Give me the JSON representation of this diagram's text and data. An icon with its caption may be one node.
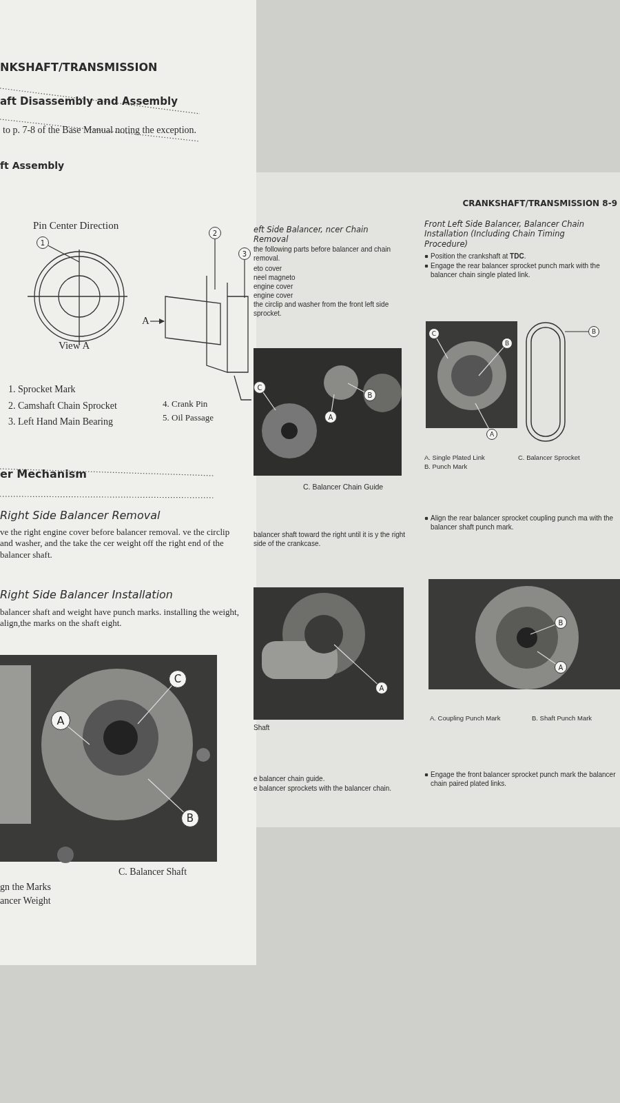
{
  "diagram": {
    "nodes": [
      {
        "text": [
          "1"
        ]
      },
      {
        "text": [
          "2"
        ]
      },
      {
        "text": [
          "3"
        ]
      },
      {
        "text": [
          "A"
        ]
      },
      {
        "text": [
          "A"
        ]
      },
      {
        "text": [
          "C"
        ]
      },
      {
        "text": [
          "B"
        ]
      },
      {
        "text": [
          "C"
        ]
      },
      {
        "text": [
          "A"
        ]
      },
      {
        "text": [
          "B"
        ]
      },
      {
        "text": [
          "A"
        ]
      },
      {
        "text": [
          "C"
        ]
      },
      {
        "text": [
          "B"
        ]
      },
      {
        "text": [
          "A"
        ]
      },
      {
        "text": [
          "B"
        ]
      },
      {
        "text": [
          "B"
        ]
      },
      {
        "text": [
          "A"
        ]
      }
    ],
    "edges": [
      {
        "from": 0,
        "to": null,
        "arrow": "none",
        "color": "#333333"
      },
      {
        "from": 1,
        "to": null,
        "arrow": "none",
        "color": "#333333"
      },
      {
        "from": 2,
        "to": null,
        "arrow": "none",
        "color": "#333333"
      },
      {
        "from": 3,
        "to": null,
        "arrow": "to",
        "color": "#333333"
      },
      {
        "from": 4,
        "to": null,
        "arrow": "none"
      },
      {
        "from": 5,
        "to": null,
        "arrow": "none"
      },
      {
        "from": 6,
        "to": null,
        "arrow": "none"
      },
      {
        "from": 7,
        "to": null,
        "arrow": "none"
      },
      {
        "from": 8,
        "to": null,
        "arrow": "none"
      },
      {
        "from": 9,
        "to": null,
        "arrow": "none"
      },
      {
        "from": 10,
        "to": null,
        "arrow": "none"
      },
      {
        "from": 11,
        "to": null,
        "arrow": "none"
      },
      {
        "from": 12,
        "to": null,
        "arrow": "none"
      },
      {
        "from": 13,
        "to": null,
        "arrow": "none"
      },
      {
        "from": 14,
        "to": null,
        "arrow": "none",
        "color": "#333333"
      },
      {
        "from": 15,
        "to": null,
        "arrow": "none"
      },
      {
        "from": 16,
        "to": null,
        "arrow": "none"
      }
    ],
    "labels": [
      "NKSHAFT/TRANSMISSION",
      "aft Disassembly and Assembly",
      "to p. 7-8 of the Base Manual noting the exception.",
      "ft Assembly",
      "Pin Center Direction",
      "View A",
      "1. Sprocket Mark",
      "2. Camshaft Chain Sprocket",
      "3. Left Hand Main Bearing",
      "4. Crank Pin",
      "5. Oil Passage",
      "er Mechanism",
      "Right Side Balancer Removal",
      "ve the right engine cover before balancer removal. ve the circlip and washer, and the take the cer weight off the right end of the balancer shaft.",
      "Right Side Balancer Installation",
      "balancer shaft and weight have punch marks. installing the weight, align,the marks on the shaft eight.",
      "C. Balancer Shaft",
      "gn the Marks",
      "ancer Weight",
      "CRANKSHAFT/TRANSMISSION 8-9",
      "eft Side Balancer, ncer Chain Removal",
      "the following parts before balancer and chain removal.",
      "eto cover",
      "neel magneto",
      "engine cover",
      "engine cover",
      "the circlip and washer from the front left side sprocket.",
      "C. Balancer Chain Guide",
      "balancer shaft toward the right until it is y the right side of the crankcase.",
      "Shaft",
      "e balancer chain guide.",
      "e balancer sprockets with the balancer chain.",
      "Front Left Side Balancer, Balancer Chain Installation (Including Chain Timing Procedure)",
      "Position the crankshaft at **TDC**.",
      "Engage the rear balancer sprocket punch mark with the balancer chain single plated link.",
      "A. Single Plated Link",
      "C. Balancer Sprocket",
      "B. Punch Mark",
      "Align the rear balancer sprocket coupling punch ma with the balancer shaft punch mark.",
      "A. Coupling Punch Mark",
      "B. Shaft Punch Mark",
      "Engage the front balancer sprocket punch mark the balancer chain paired plated links."
    ]
  }
}
